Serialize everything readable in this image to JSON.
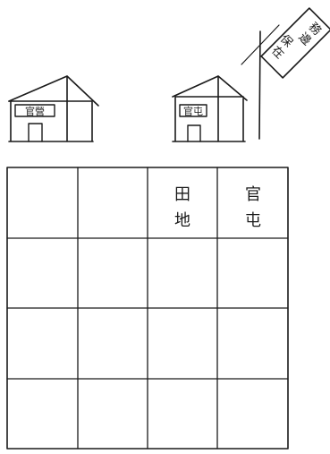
{
  "house_left": {
    "sign": "官營"
  },
  "house_right": {
    "sign": "官屯"
  },
  "flag": {
    "text": "務邊保在"
  },
  "grid": {
    "rows": 4,
    "cols": 4,
    "cells": [
      {
        "row": 0,
        "col": 2,
        "chars": [
          "田",
          "地"
        ]
      },
      {
        "row": 0,
        "col": 3,
        "chars": [
          "官",
          "屯"
        ]
      }
    ]
  }
}
